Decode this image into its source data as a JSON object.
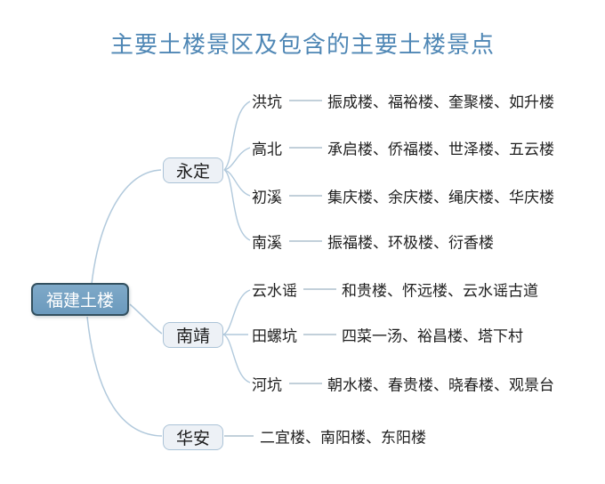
{
  "title": "主要土楼景区及包含的主要土楼景点",
  "colors": {
    "title_blue": "#4f87b5",
    "root_fill": "#6f9ec3",
    "root_border": "#33505f",
    "root_text": "#ffffff",
    "branch_fill": "#edf1f6",
    "branch_border": "#abc3d7",
    "connector_curve": "#b1c9dc",
    "connector_line": "#9db4c4",
    "leaf_text": "#1f1f1f",
    "background": "#ffffff"
  },
  "tree": {
    "root": {
      "label": "福建土楼"
    },
    "branches": [
      {
        "label": "永定",
        "children": [
          {
            "label": "洪坑",
            "items": "振成楼、福裕楼、奎聚楼、如升楼"
          },
          {
            "label": "高北",
            "items": "承启楼、侨福楼、世泽楼、五云楼"
          },
          {
            "label": "初溪",
            "items": "集庆楼、余庆楼、绳庆楼、华庆楼"
          },
          {
            "label": "南溪",
            "items": "振福楼、环极楼、衍香楼"
          }
        ]
      },
      {
        "label": "南靖",
        "children": [
          {
            "label": "云水谣",
            "items": "和贵楼、怀远楼、云水谣古道"
          },
          {
            "label": "田螺坑",
            "items": "四菜一汤、裕昌楼、塔下村"
          },
          {
            "label": "河坑",
            "items": "朝水楼、春贵楼、晓春楼、观景台"
          }
        ]
      },
      {
        "label": "华安",
        "items": "二宜楼、南阳楼、东阳楼"
      }
    ]
  }
}
